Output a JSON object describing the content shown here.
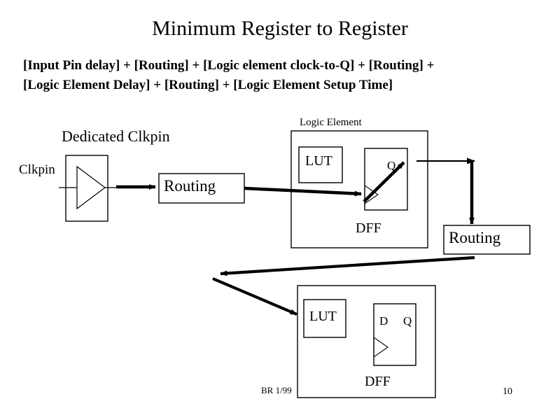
{
  "slide": {
    "title": "Minimum Register to Register",
    "formula_lines": [
      "[Input Pin delay]  + [Routing] +  [Logic element clock-to-Q] + [Routing] +",
      "[Logic Element Delay] + [Routing] +  [Logic Element Setup Time]"
    ],
    "background_color": "#ffffff",
    "ink_color": "#000000"
  },
  "diagram": {
    "labels": {
      "dedicated_clkpin": "Dedicated Clkpin",
      "clkpin": "Clkpin",
      "logic_element": "Logic Element",
      "routing_1": "Routing",
      "routing_2": "Routing",
      "lut_top": "LUT",
      "q_top": "Q",
      "dff_top": "DFF",
      "lut_bottom": "LUT",
      "d_bottom": "D",
      "q_bottom": "Q",
      "dff_bottom": "DFF"
    }
  },
  "footer": {
    "credit": "BR 1/99",
    "page_number": "10"
  }
}
